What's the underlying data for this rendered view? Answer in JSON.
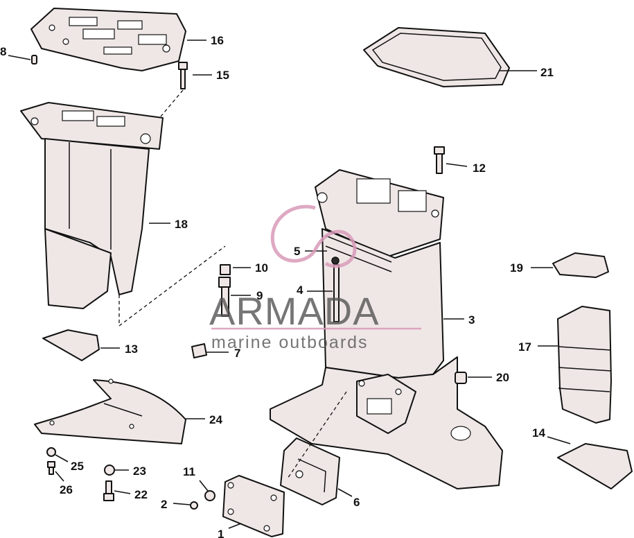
{
  "diagram": {
    "callouts": {
      "c1": "1",
      "c2": "2",
      "c3": "3",
      "c4": "4",
      "c5": "5",
      "c6": "6",
      "c7": "7",
      "c8": "8",
      "c9": "9",
      "c10": "10",
      "c11": "11",
      "c12": "12",
      "c13": "13",
      "c14": "14",
      "c15": "15",
      "c16": "16",
      "c17": "17",
      "c18": "18",
      "c19": "19",
      "c20": "20",
      "c21": "21",
      "c22": "22",
      "c23": "23",
      "c24": "24",
      "c25": "25",
      "c26": "26"
    }
  },
  "watermark": {
    "title": "ARMADA",
    "subtitle": "marine outboards",
    "accent_color": "#d89ab8"
  }
}
